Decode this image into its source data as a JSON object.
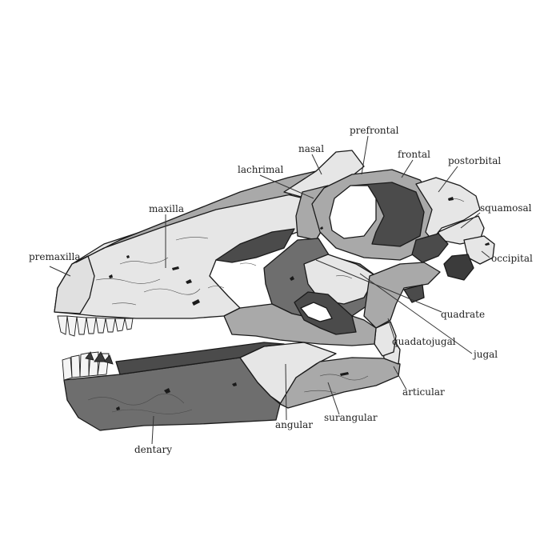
{
  "diagram": {
    "labels": {
      "prefrontal": "prefrontal",
      "nasal": "nasal",
      "frontal": "frontal",
      "postorbital": "postorbital",
      "lachrimal": "lachrimal",
      "maxilla": "maxilla",
      "squamosal": "squamosal",
      "premaxilla": "premaxilla",
      "occipital": "occipital",
      "quadrate": "quadrate",
      "quadatojugal": "quadatojugal",
      "jugal": "jugal",
      "articular": "articular",
      "surangular": "surangular",
      "angular": "angular",
      "dentary": "dentary"
    },
    "colors": {
      "light_bone": "#e6e6e6",
      "mid_bone": "#a9a9a9",
      "dark_bone": "#6e6e6e",
      "fenestra_dark": "#4b4b4b",
      "opening": "#ffffff",
      "outline": "#1a1a1a"
    }
  }
}
